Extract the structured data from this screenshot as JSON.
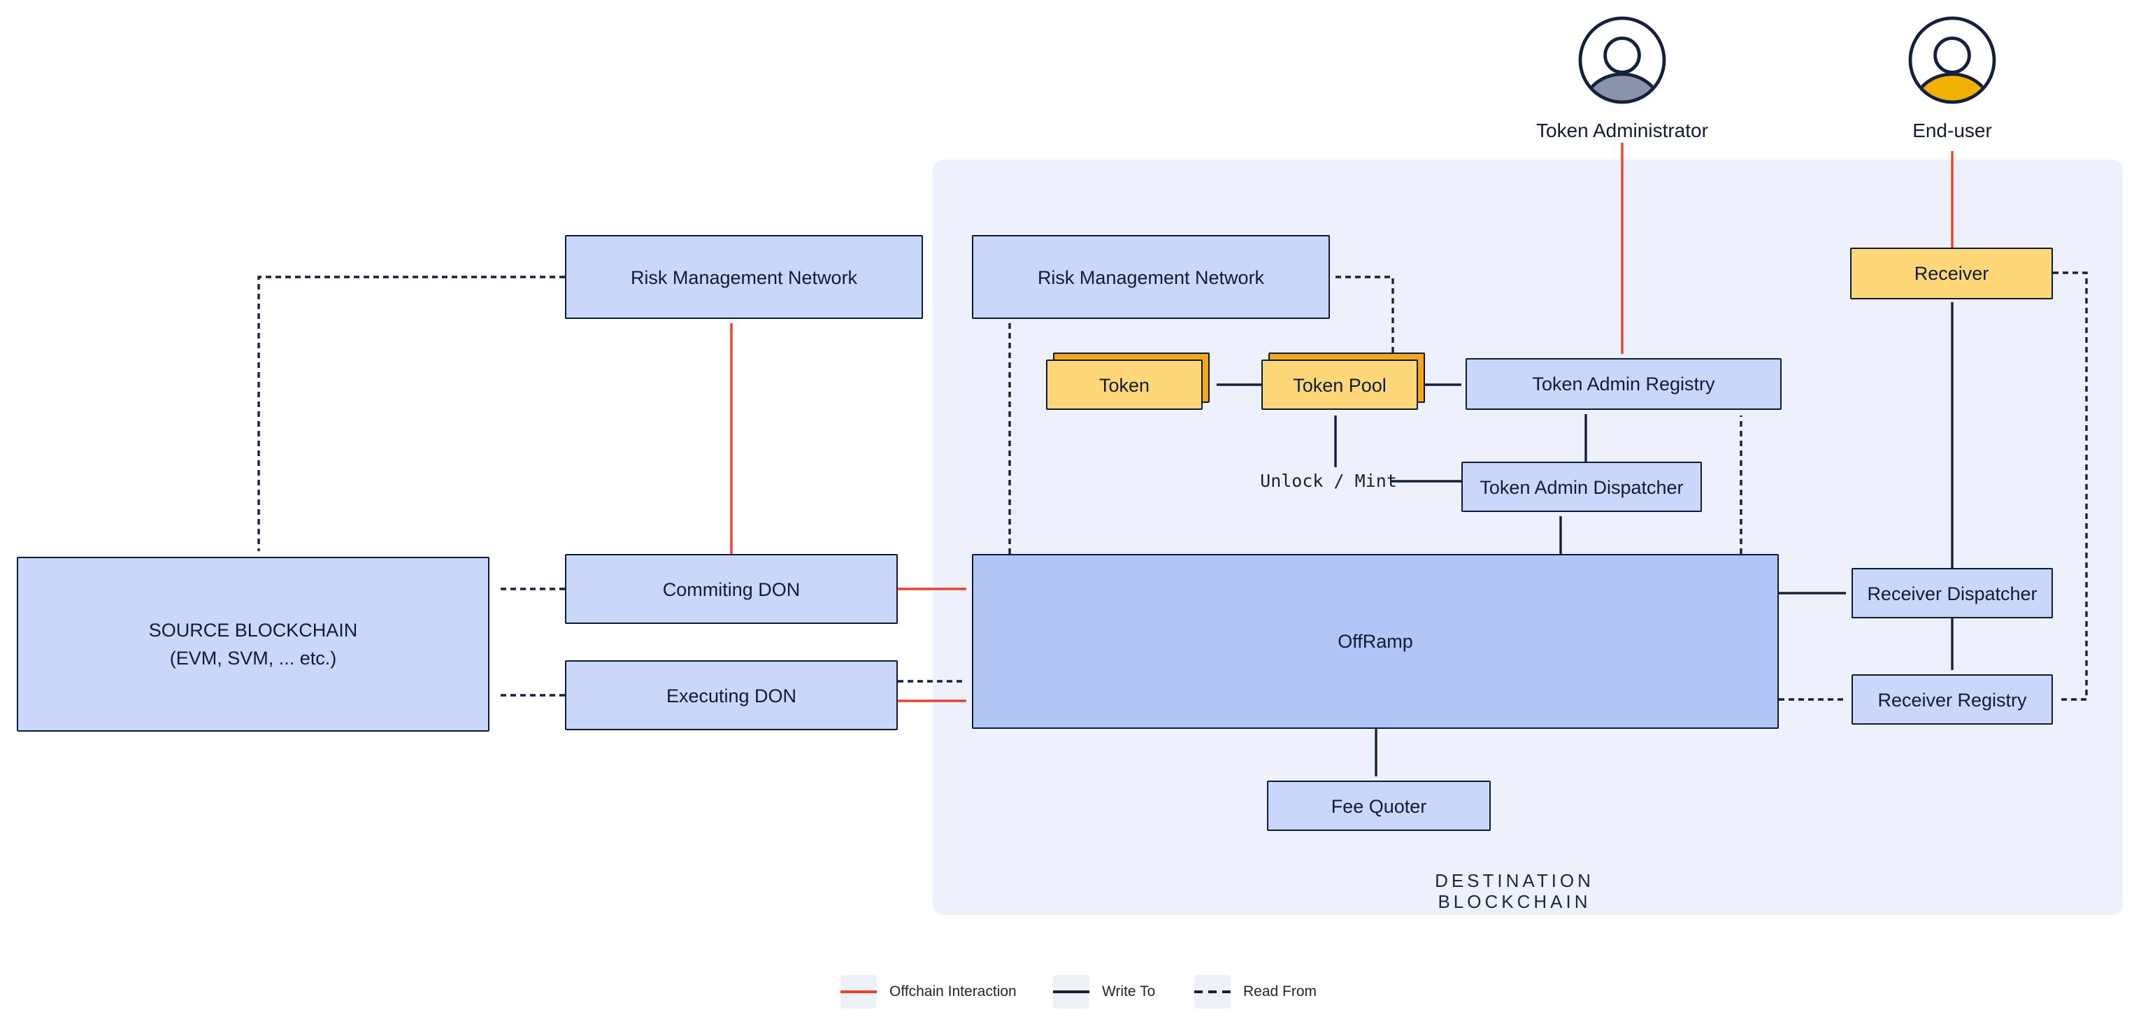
{
  "actors": {
    "token_administrator": "Token Administrator",
    "end_user": "End-user"
  },
  "source_side": {
    "risk_management_network": "Risk Management Network",
    "committing_don": "Commiting DON",
    "executing_don": "Executing DON",
    "source_blockchain_line1": "SOURCE BLOCKCHAIN",
    "source_blockchain_line2": "(EVM, SVM, ... etc.)"
  },
  "destination": {
    "panel_label": "DESTINATION BLOCKCHAIN",
    "risk_management_network": "Risk Management Network",
    "token": "Token",
    "token_pool": "Token Pool",
    "token_admin_registry": "Token Admin Registry",
    "token_admin_dispatcher": "Token Admin Dispatcher",
    "unlock_mint_label": "Unlock / Mint",
    "offramp": "OffRamp",
    "fee_quoter": "Fee Quoter",
    "receiver": "Receiver",
    "receiver_dispatcher": "Receiver Dispatcher",
    "receiver_registry": "Receiver Registry"
  },
  "legend": {
    "items": [
      {
        "label": "Offchain Interaction",
        "style": "offchain"
      },
      {
        "label": "Write To",
        "style": "write"
      },
      {
        "label": "Read From",
        "style": "read"
      }
    ]
  },
  "colors": {
    "offchain_red": "#E8432C",
    "contract_blue": "#C9D8FA",
    "offramp_blue": "#B1C6F7",
    "token_yellow": "#FFD678",
    "token_shadow_orange": "#F3A71E",
    "panel_blue": "#EDF1FC",
    "ink_navy": "#14203C",
    "actor_admin_gray": "#8B93A8",
    "actor_user_amber": "#F0B103"
  }
}
